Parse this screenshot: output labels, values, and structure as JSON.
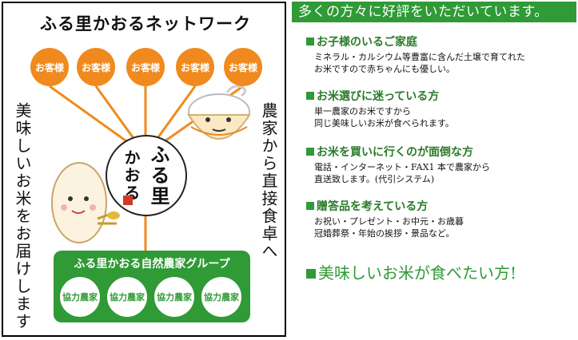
{
  "left": {
    "title": "ふる里かおるネットワーク",
    "customers": [
      "お客様",
      "お客様",
      "お客様",
      "お客様",
      "お客様"
    ],
    "left_vertical": "美味しいお米をお届けします",
    "right_vertical": "農家から直接食卓へ",
    "logo": {
      "line1": "ふる里",
      "line2": "かおる"
    },
    "group": {
      "title": "ふる里かおる自然農家グループ",
      "partners": [
        "協力農家",
        "協力農家",
        "協力農家",
        "協力農家"
      ]
    }
  },
  "right": {
    "banner": "多くの方々に好評をいただいています。",
    "sections": [
      {
        "heading": "お子様のいるご家庭",
        "lines": [
          "ミネラル・カルシウム等豊富に含んだ土壌で育てれた",
          "お米ですので赤ちゃんにも優しい。"
        ]
      },
      {
        "heading": "お米選びに迷っている方",
        "lines": [
          "単一農家のお米ですから",
          "同じ美味しいお米が食べられます。"
        ]
      },
      {
        "heading": "お米を買いに行くのが面倒な方",
        "lines": [
          "電話・インターネット・FAX1 本で農家から",
          "直送致します。(代引システム)"
        ]
      },
      {
        "heading": "贈答品を考えている方",
        "lines": [
          "お祝い・プレゼント・お中元・お歳暮",
          "冠婚葬祭・年始の挨拶・景品など。"
        ]
      }
    ],
    "closing": "美味しいお米が食べたい方!"
  },
  "colors": {
    "accent_green": "#2f9a36",
    "accent_orange": "#f08a1e"
  }
}
